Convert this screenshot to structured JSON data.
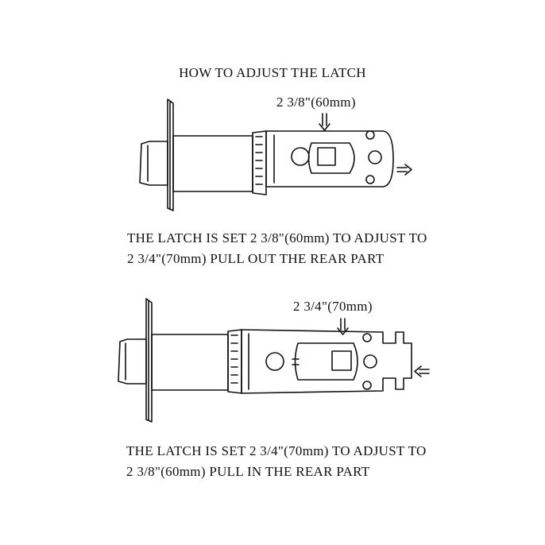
{
  "title": "HOW TO ADJUST THE LATCH",
  "figure1": {
    "dimension": "2 3/8\"(60mm)",
    "caption_line1": "THE LATCH IS SET 2 3/8\"(60mm) TO ADJUST TO",
    "caption_line2": "2 3/4\"(70mm) PULL OUT THE REAR PART"
  },
  "figure2": {
    "dimension": "2 3/4\"(70mm)",
    "caption_line1": "THE LATCH IS SET 2 3/4\"(70mm) TO ADJUST TO",
    "caption_line2": "2 3/8\"(60mm) PULL IN THE REAR PART"
  },
  "colors": {
    "ink": "#111111",
    "background": "#ffffff"
  }
}
